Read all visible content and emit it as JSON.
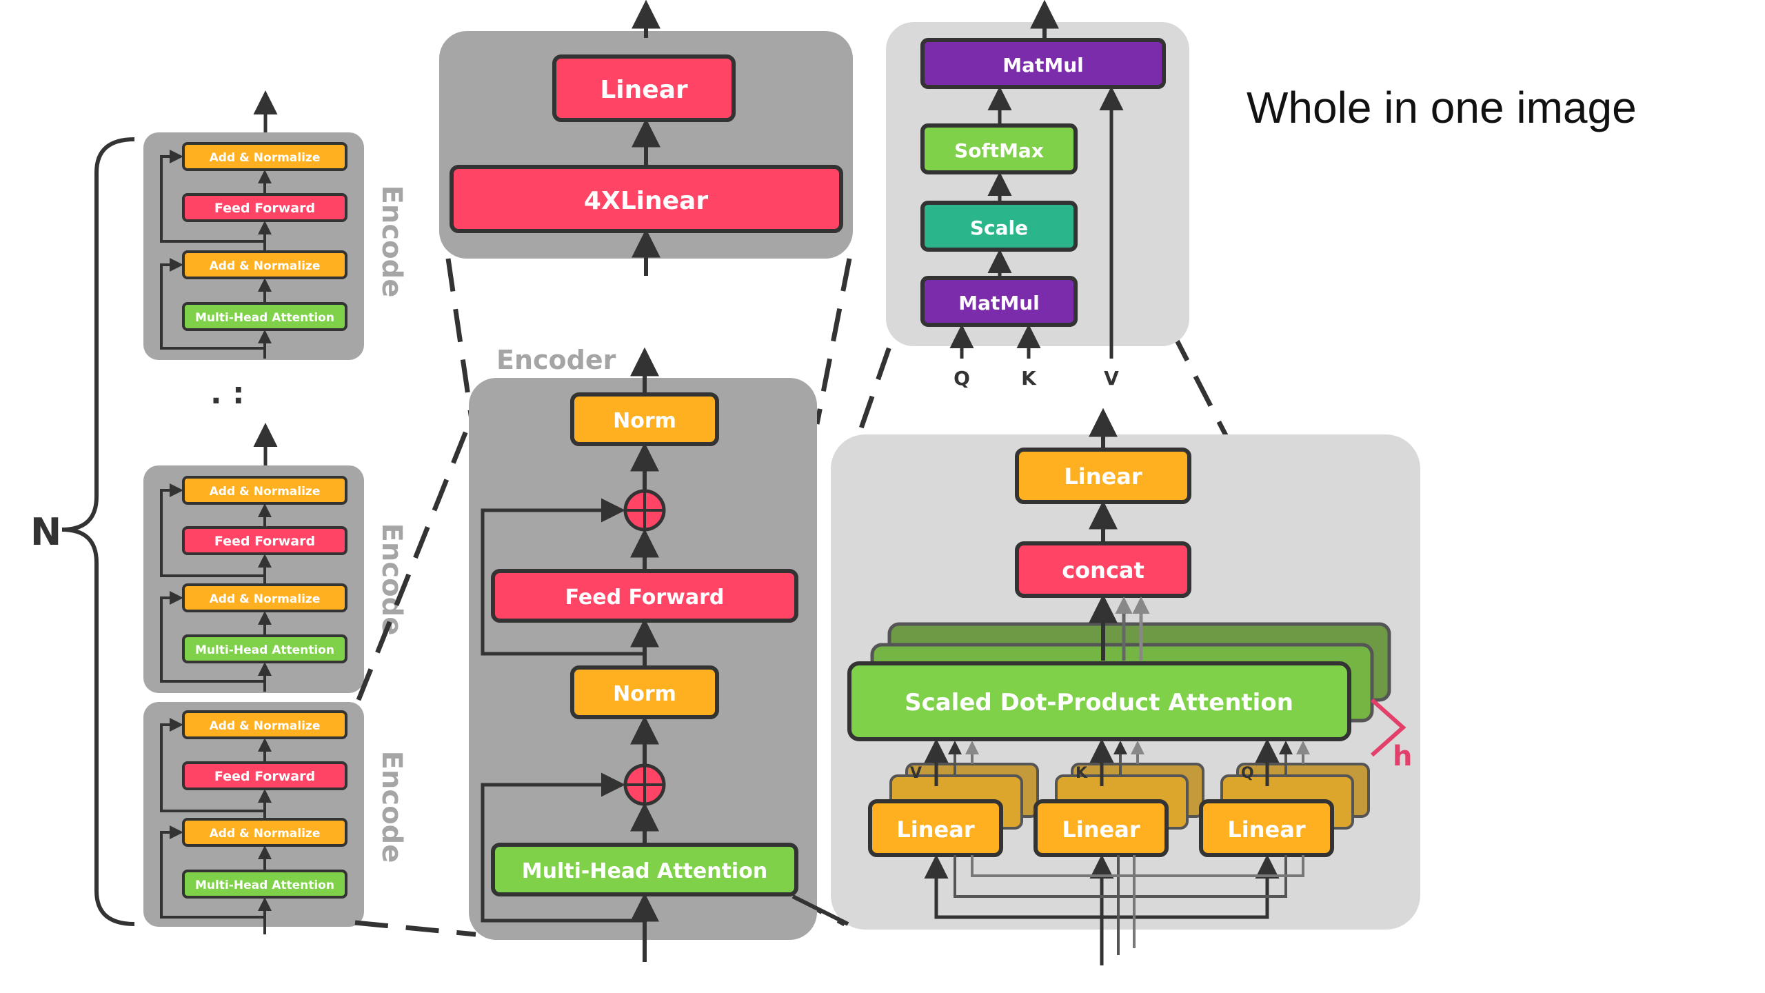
{
  "title": "Whole in one image",
  "n_label": "N",
  "stack": {
    "encode_label": "Encode",
    "add_norm": "Add & Normalize",
    "feed_forward": "Feed Forward",
    "mha": "Multi-Head Attention",
    "ellipsis": ". :"
  },
  "encoder": {
    "label": "Encoder",
    "norm_top": "Norm",
    "feed_forward": "Feed Forward",
    "norm_bottom": "Norm",
    "mha": "Multi-Head Attention"
  },
  "output": {
    "linear": "Linear",
    "linear4x": "4XLinear"
  },
  "attention": {
    "matmul_top": "MatMul",
    "softmax": "SoftMax",
    "scale": "Scale",
    "matmul_bottom": "MatMul",
    "q": "Q",
    "k": "K",
    "v": "V"
  },
  "multihead": {
    "linear_top": "Linear",
    "concat": "concat",
    "sdpa": "Scaled Dot-Product Attention",
    "h": "h",
    "linear_v": "Linear",
    "linear_k": "Linear",
    "linear_q": "Linear",
    "tag_v": "V",
    "tag_k": "K",
    "tag_q": "Q"
  },
  "colors": {
    "yellow": "#ffb020",
    "red": "#ff4466",
    "green": "#7ed148",
    "teal": "#2bb58b",
    "purple": "#7a2cab",
    "panel_dark": "#a6a6a6",
    "panel_light": "#d9d9d9",
    "h_mark": "#e2406a"
  }
}
